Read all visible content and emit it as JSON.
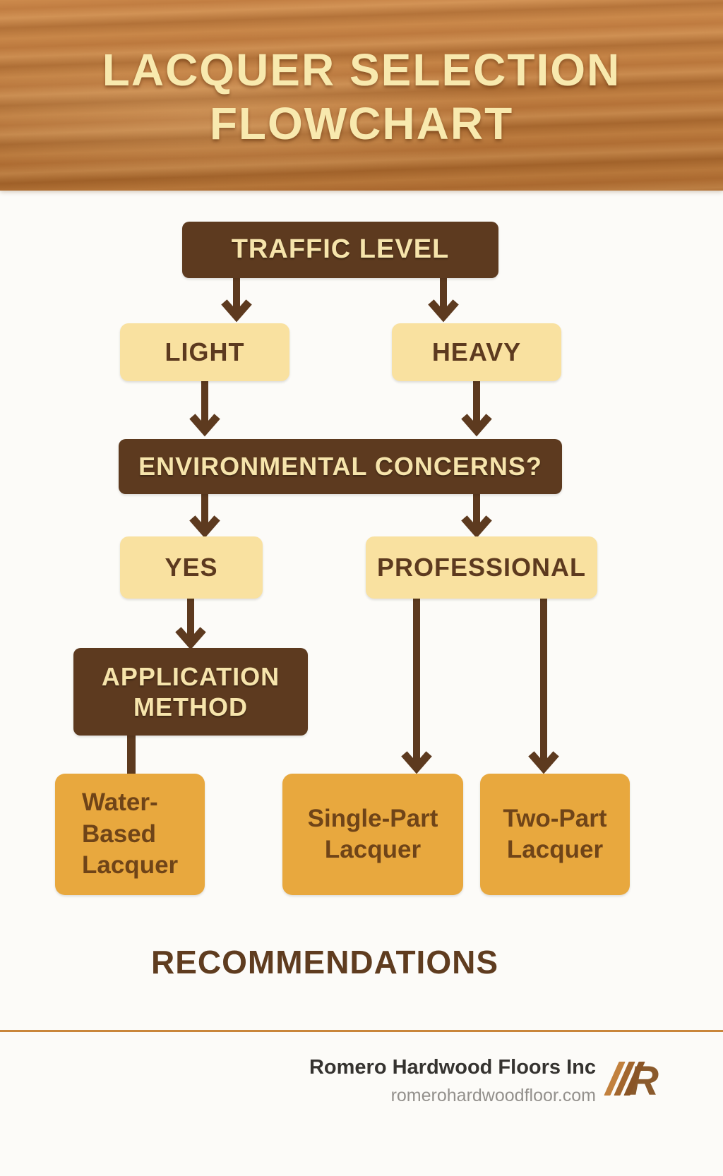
{
  "header": {
    "title_line1": "LACQUER SELECTION",
    "title_line2": "FLOWCHART"
  },
  "flowchart": {
    "nodes": {
      "traffic_level": {
        "label": "TRAFFIC LEVEL",
        "type": "decision-dark"
      },
      "light": {
        "label": "LIGHT",
        "type": "option-cream"
      },
      "heavy": {
        "label": "HEAVY",
        "type": "option-cream"
      },
      "environmental_concerns": {
        "label": "ENVIRONMENTAL CONCERNS?",
        "type": "decision-dark"
      },
      "yes": {
        "label": "YES",
        "type": "option-cream"
      },
      "professional": {
        "label": "PROFESSIONAL",
        "type": "option-cream"
      },
      "application_method": {
        "label": "APPLICATION METHOD",
        "type": "decision-dark"
      },
      "water_based_lacquer": {
        "label": "Water-Based Lacquer",
        "type": "result-gold"
      },
      "single_part_lacquer": {
        "label": "Single-Part Lacquer",
        "type": "result-gold"
      },
      "two_part_lacquer": {
        "label": "Two-Part Lacquer",
        "type": "result-gold"
      }
    },
    "edges": [
      {
        "from": "traffic_level",
        "to": "light"
      },
      {
        "from": "traffic_level",
        "to": "heavy"
      },
      {
        "from": "light",
        "to": "environmental_concerns"
      },
      {
        "from": "heavy",
        "to": "environmental_concerns"
      },
      {
        "from": "environmental_concerns",
        "to": "yes"
      },
      {
        "from": "environmental_concerns",
        "to": "professional"
      },
      {
        "from": "yes",
        "to": "application_method"
      },
      {
        "from": "application_method",
        "to": "water_based_lacquer"
      },
      {
        "from": "professional",
        "to": "single_part_lacquer"
      },
      {
        "from": "professional",
        "to": "two_part_lacquer"
      }
    ],
    "section_label": "RECOMMENDATIONS"
  },
  "footer": {
    "company": "Romero Hardwood Floors Inc",
    "website": "romerohardwoodfloor.com",
    "logo_letter": "R"
  },
  "colors": {
    "wood_header": "#bd7538",
    "dark_brown_box": "#5d3a1f",
    "cream_box": "#f9e1a0",
    "gold_box": "#e8a83e",
    "arrow": "#5d3a1f",
    "cream_text": "#f6e4ab",
    "brown_text": "#5d3a1f",
    "recommendations_text": "#5f3c1f",
    "footer_line": "#c9863b",
    "background": "#fcfbf8"
  }
}
